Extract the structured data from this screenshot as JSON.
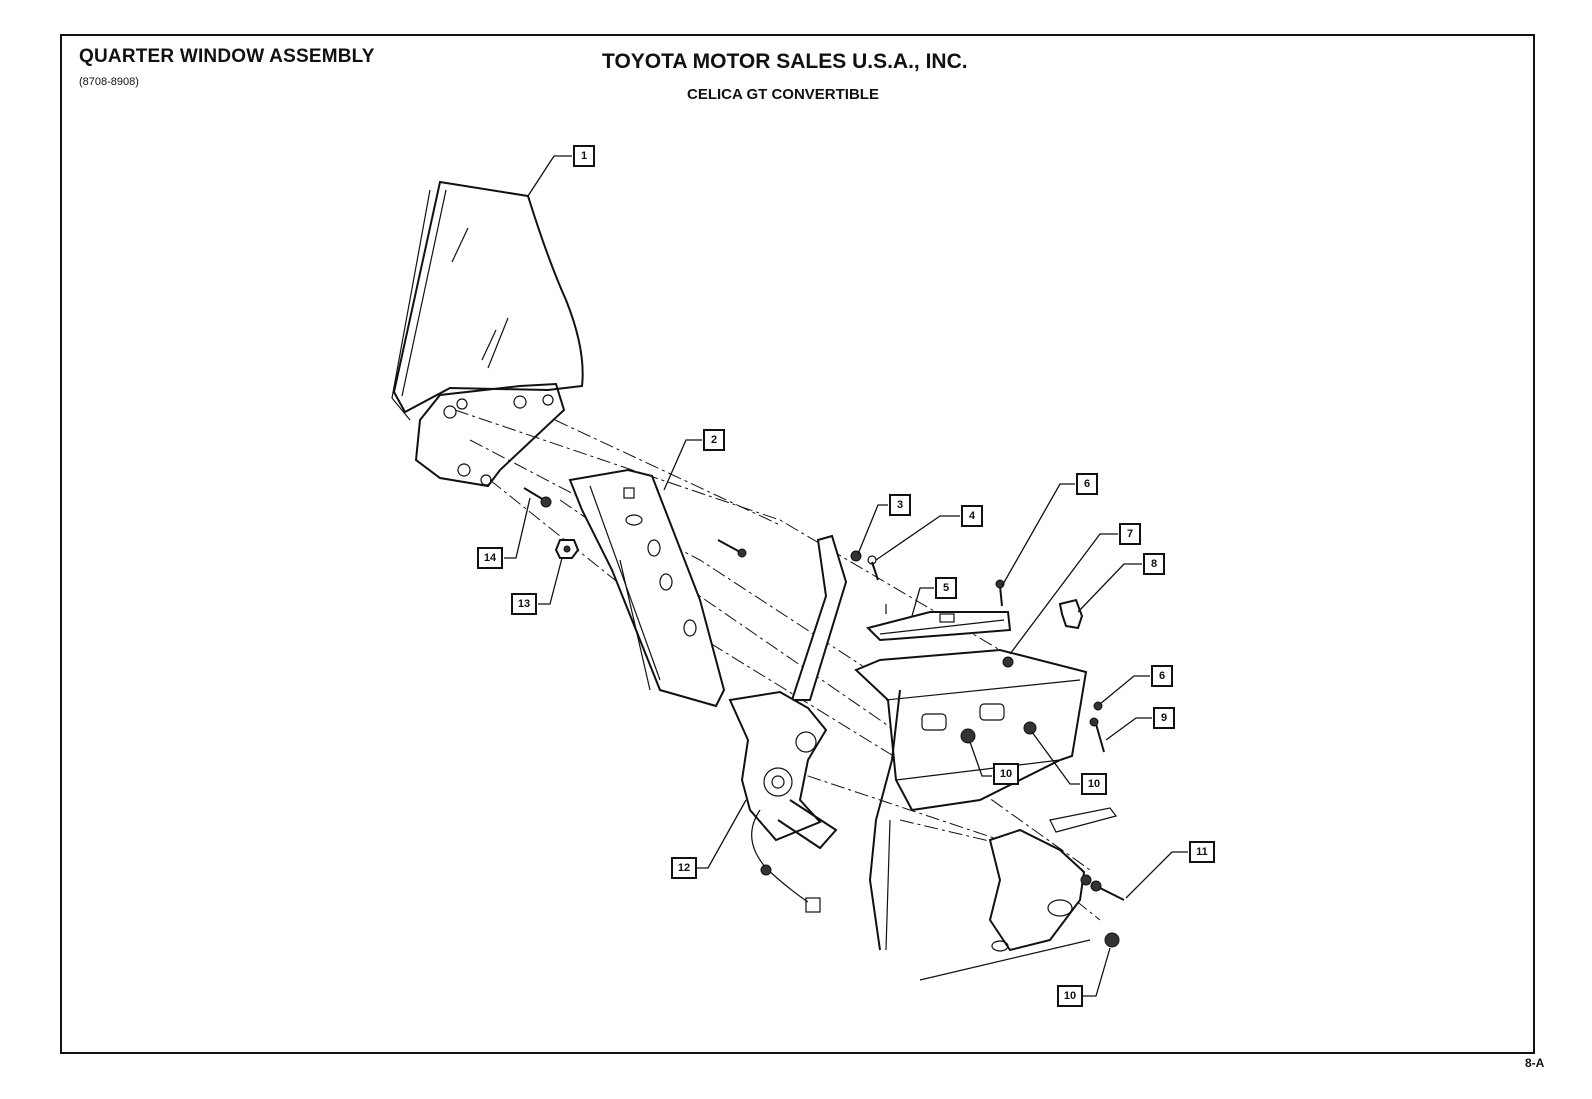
{
  "header": {
    "title": "QUARTER WINDOW ASSEMBLY",
    "code": "(8708-8908)",
    "company": "TOYOTA MOTOR SALES U.S.A., INC.",
    "model": "CELICA GT CONVERTIBLE"
  },
  "page_number": "8-A",
  "callouts": {
    "c1": "1",
    "c2": "2",
    "c3": "3",
    "c4": "4",
    "c5": "5",
    "c6a": "6",
    "c6b": "6",
    "c7": "7",
    "c8": "8",
    "c9": "9",
    "c10a": "10",
    "c10b": "10",
    "c10c": "10",
    "c11": "11",
    "c12": "12",
    "c13": "13",
    "c14": "14"
  }
}
